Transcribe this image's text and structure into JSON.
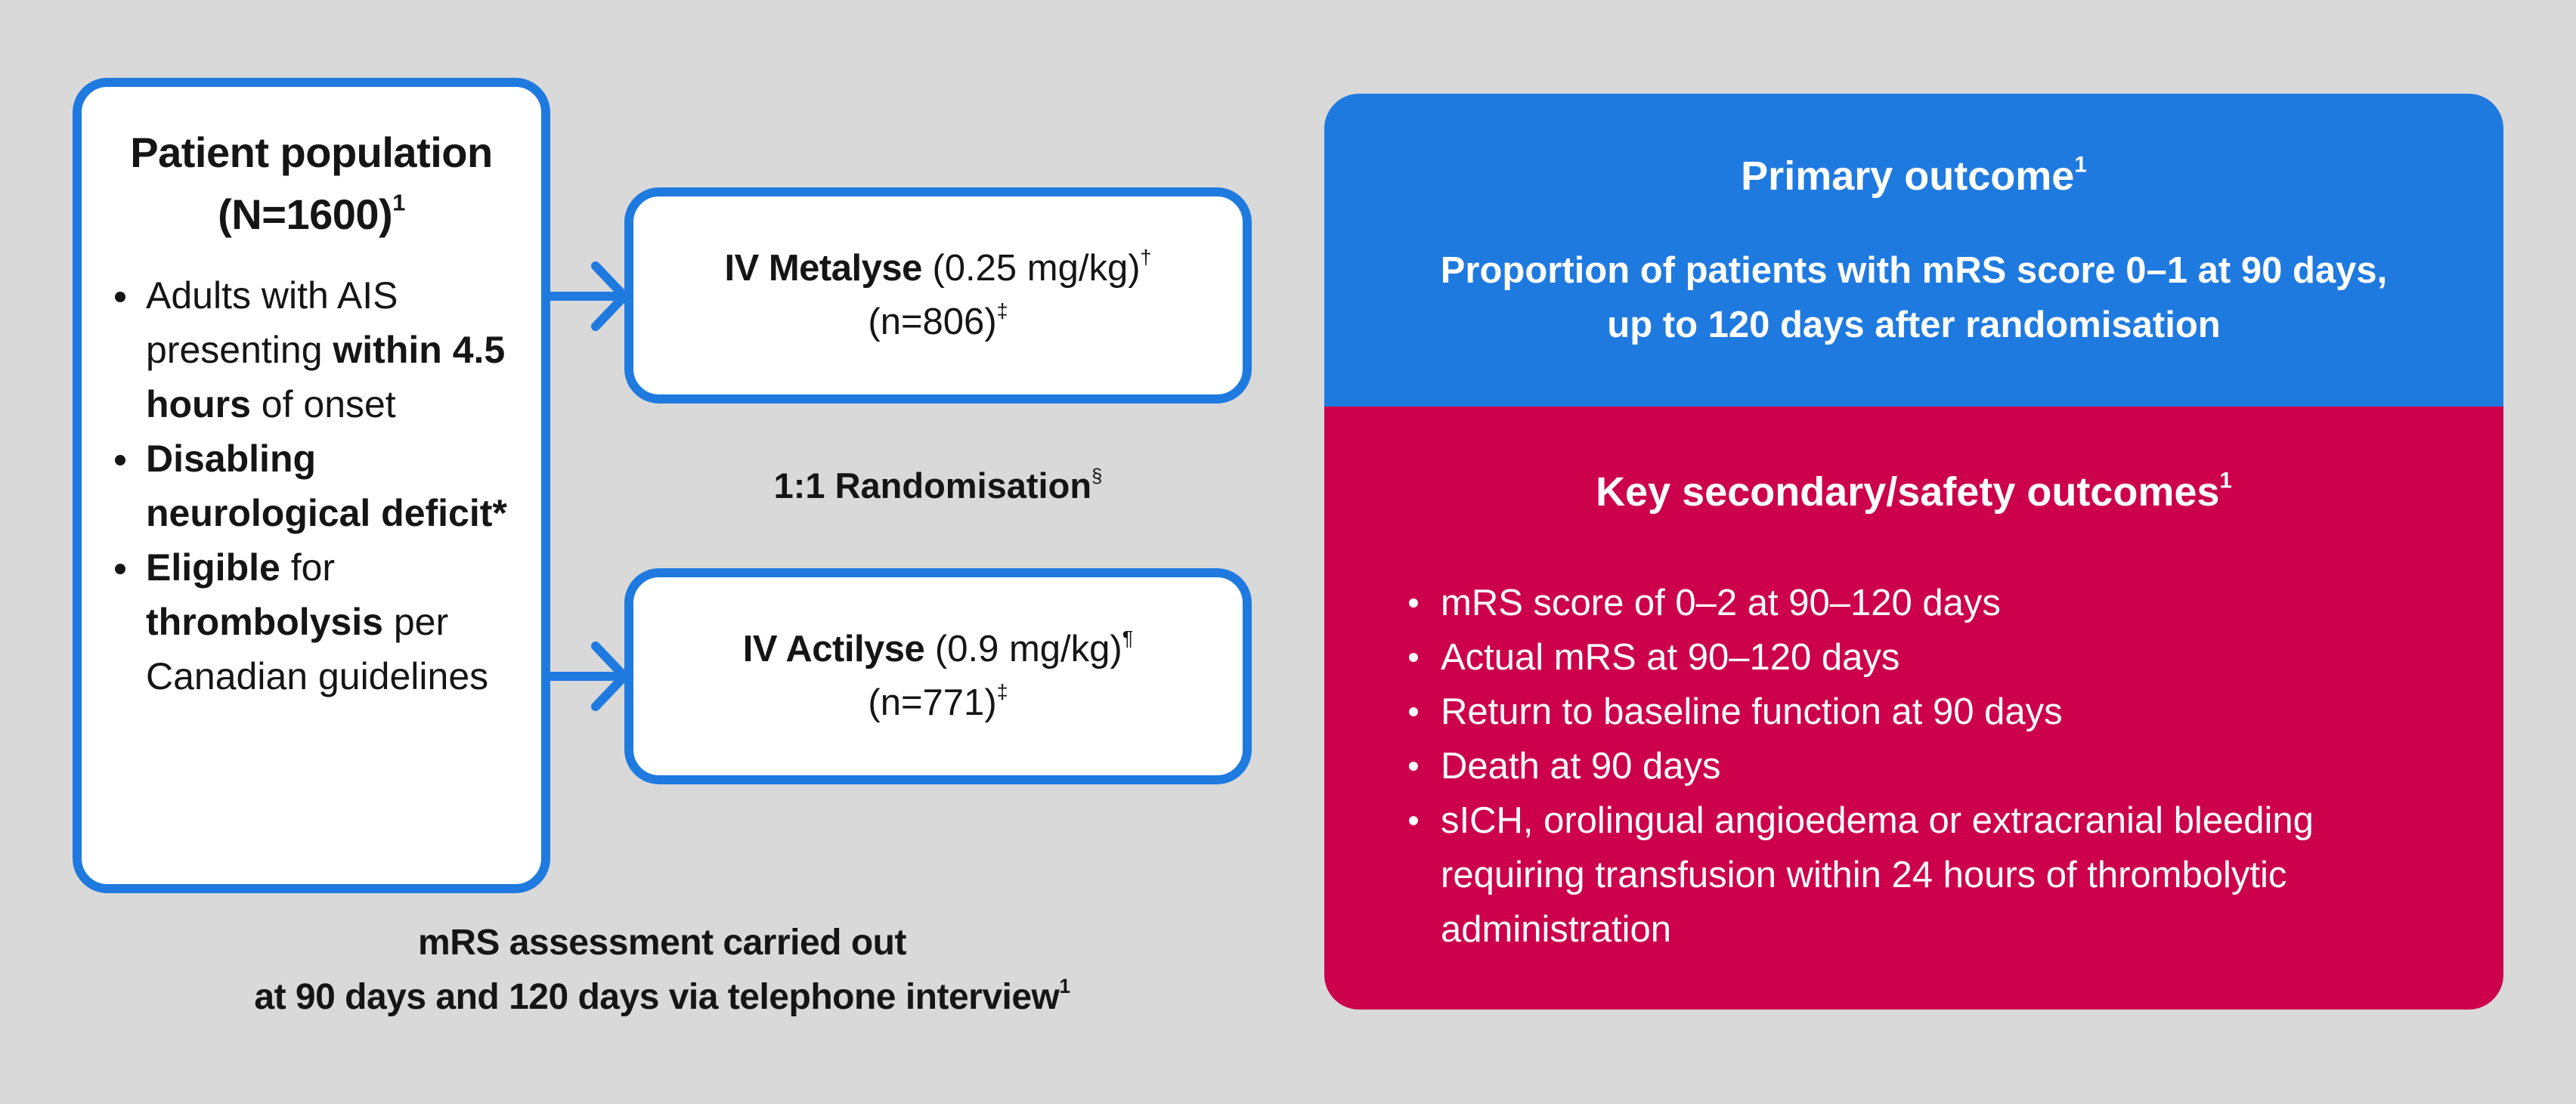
{
  "colors": {
    "background": "#D9D9D9",
    "accent_blue": "#1F7AE0",
    "accent_red": "#CC004B",
    "text": "#151515",
    "box_fill": "#FFFFFF"
  },
  "population": {
    "title_line1": "Patient population",
    "title_line2": "(N=1600)",
    "title_ref": "1",
    "criteria": [
      {
        "segments": [
          {
            "text": "Adults with AIS presenting ",
            "bold": false
          },
          {
            "text": "within 4.5 hours",
            "bold": true
          },
          {
            "text": " of onset",
            "bold": false
          }
        ]
      },
      {
        "segments": [
          {
            "text": "Disabling neurological deficit*",
            "bold": true
          }
        ]
      },
      {
        "segments": [
          {
            "text": "Eligible",
            "bold": true
          },
          {
            "text": " for ",
            "bold": false
          },
          {
            "text": "thrombolysis",
            "bold": true
          },
          {
            "text": " per Canadian guidelines",
            "bold": false
          }
        ]
      }
    ]
  },
  "arms": [
    {
      "name": "IV Metalyse",
      "dose": " (0.25 mg/kg)",
      "dose_ref": "†",
      "n_label": "(n=806)",
      "n_ref": "‡"
    },
    {
      "name": "IV Actilyse",
      "dose": " (0.9 mg/kg)",
      "dose_ref": "¶",
      "n_label": "(n=771)",
      "n_ref": "‡"
    }
  ],
  "randomisation": {
    "label": "1:1 Randomisation",
    "ref": "§"
  },
  "caption": {
    "line1": "mRS assessment carried out",
    "line2": "at 90 days and 120 days via telephone interview",
    "ref": "1"
  },
  "outcomes": {
    "primary": {
      "title": "Primary outcome",
      "title_ref": "1",
      "body_line1": "Proportion of patients with mRS score 0–1 at 90 days,",
      "body_line2": "up to 120 days after randomisation"
    },
    "secondary": {
      "title": "Key secondary/safety outcomes",
      "title_ref": "1",
      "items": [
        "mRS score of 0–2 at 90–120 days",
        "Actual mRS at 90–120 days",
        "Return to baseline function at 90 days",
        "Death at 90 days",
        "sICH, orolingual angioedema or extracranial bleeding requiring transfusion within 24 hours of thrombolytic administration"
      ]
    }
  }
}
